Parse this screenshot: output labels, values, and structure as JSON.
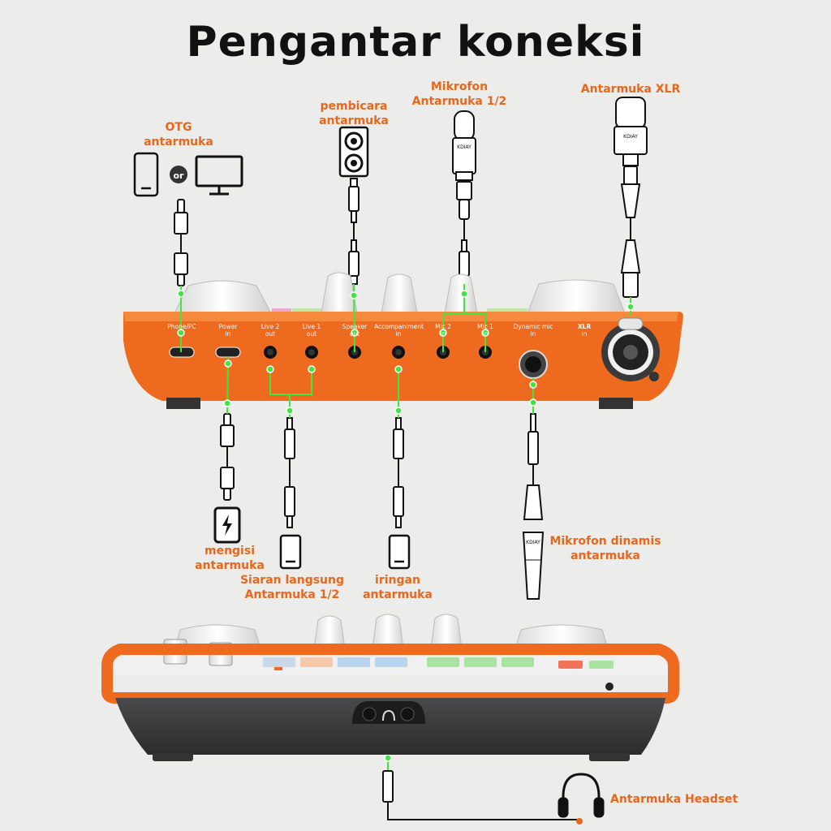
{
  "title": "Pengantar koneksi",
  "labels": {
    "otg": [
      "OTG",
      "antarmuka"
    ],
    "or": "or",
    "speaker": [
      "pembicara",
      "antarmuka"
    ],
    "mic12": [
      "Mikrofon",
      "Antarmuka 1/2"
    ],
    "xlr": "Antarmuka XLR",
    "charge": [
      "mengisi",
      "antarmuka"
    ],
    "live": [
      "Siaran langsung",
      "Antarmuka 1/2"
    ],
    "accomp": [
      "iringan",
      "antarmuka"
    ],
    "dynamic": [
      "Mikrofon dinamis",
      "antarmuka"
    ],
    "headset": "Antarmuka Headset"
  },
  "ports": [
    {
      "line1": "Phone/PC",
      "line2": ""
    },
    {
      "line1": "Power",
      "line2": "in"
    },
    {
      "line1": "Live 2",
      "line2": "out"
    },
    {
      "line1": "Live 1",
      "line2": "out"
    },
    {
      "line1": "Speaker",
      "line2": "out"
    },
    {
      "line1": "Accompaniment",
      "line2": "in"
    },
    {
      "line1": "Mic 2",
      "line2": "in"
    },
    {
      "line1": "Mic 1",
      "line2": "in"
    },
    {
      "line1": "Dynamic mic",
      "line2": "in"
    },
    {
      "line1": "XLR",
      "line2": "in"
    }
  ],
  "brand": "KDIAY",
  "colors": {
    "accent": "#e8671d",
    "device_orange": "#ee6a1f",
    "connection_green": "#3ee63e",
    "device_grey": "#3a3a3c"
  }
}
